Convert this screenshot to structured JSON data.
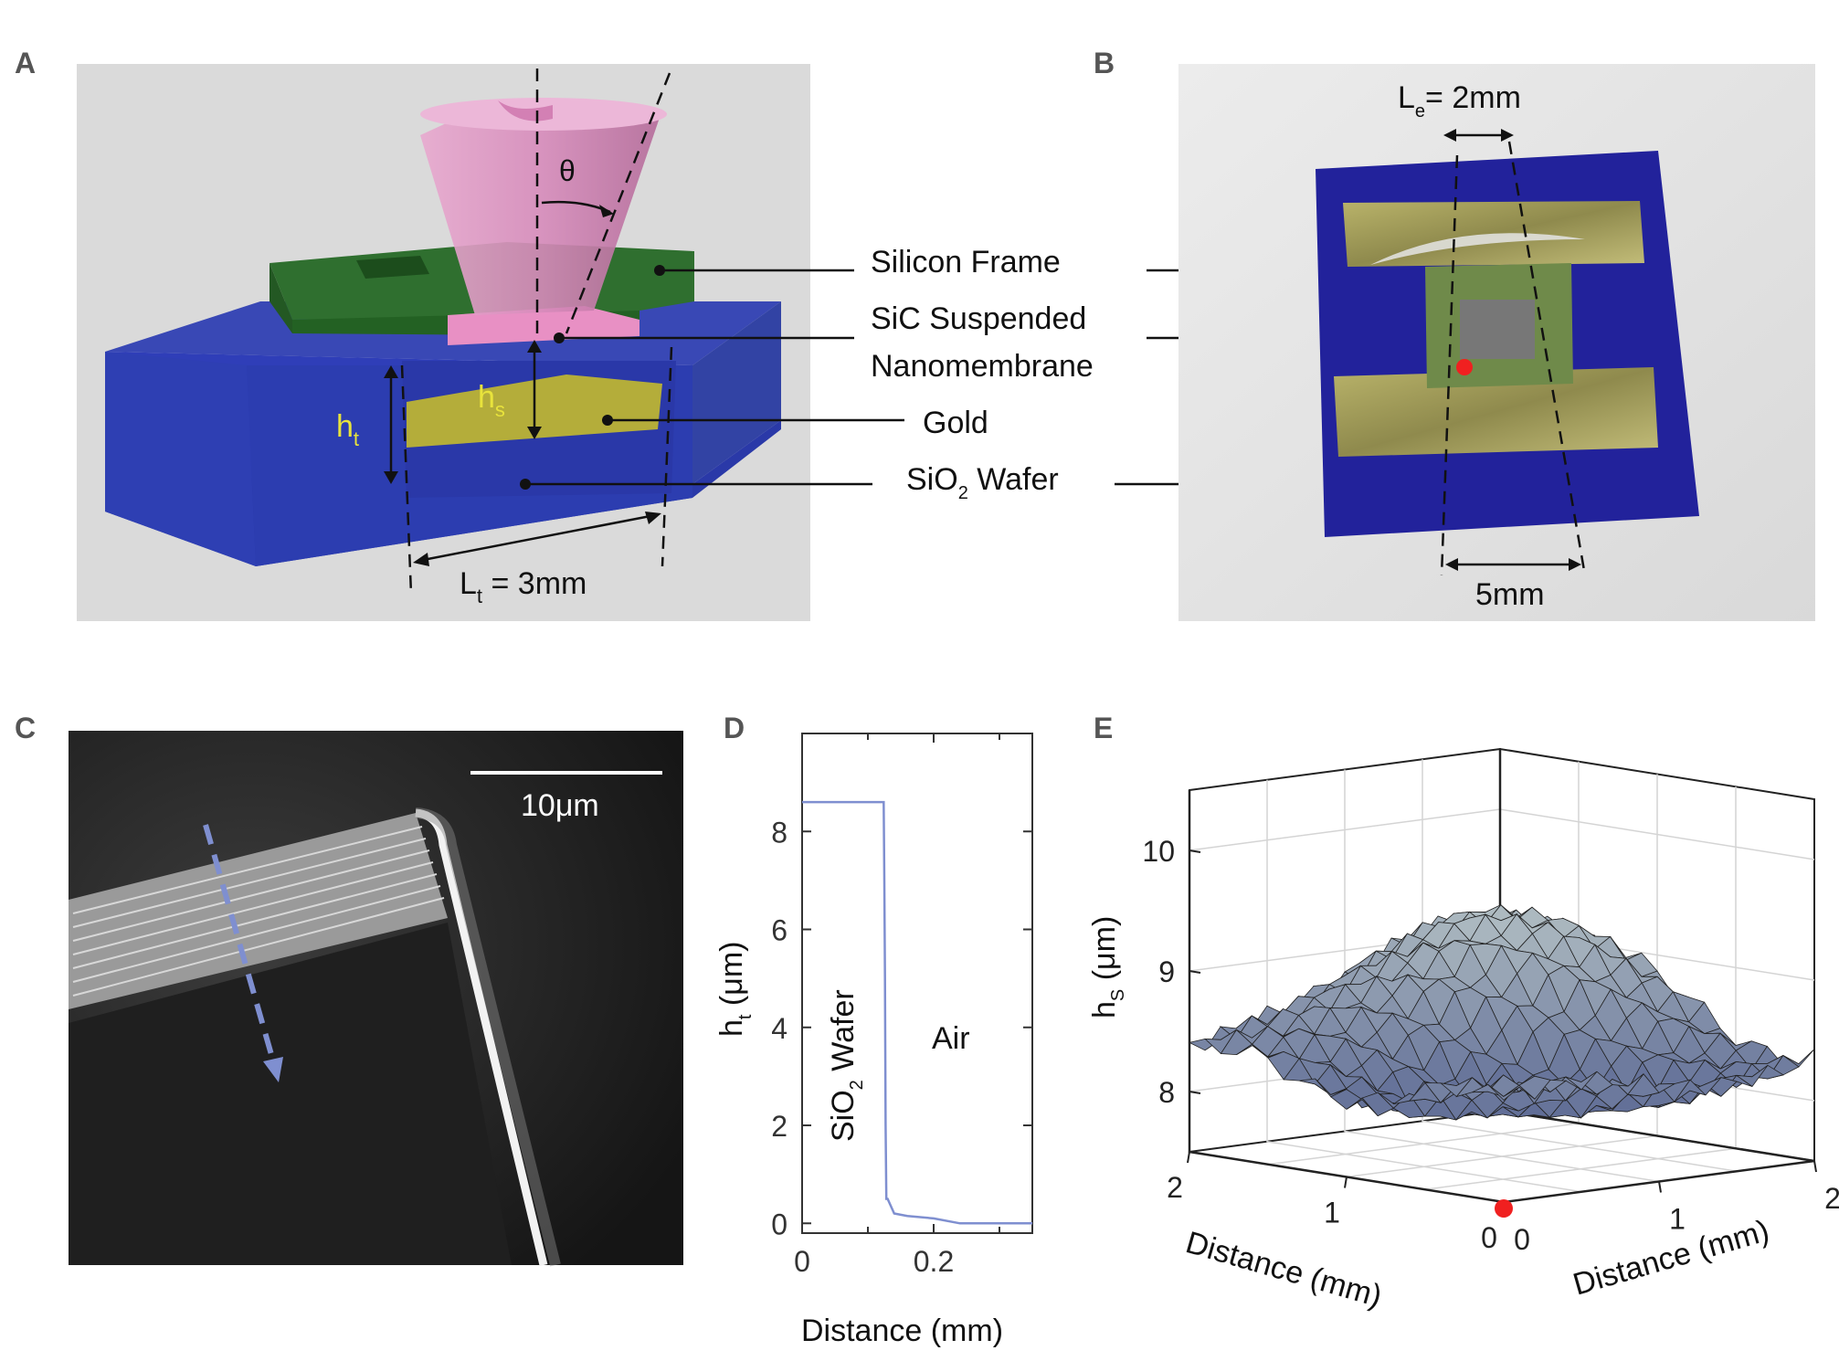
{
  "panels": {
    "A": {
      "letter": "A",
      "theta": "θ",
      "ht": {
        "main": "h",
        "sub": "t"
      },
      "hs": {
        "main": "h",
        "sub": "s"
      },
      "lt": {
        "main": "L",
        "sub": "t",
        "rest": " = 3mm"
      },
      "labels": {
        "silicon_frame": "Silicon Frame",
        "sic_line1": "SiC Suspended",
        "sic_line2": "Nanomembrane",
        "gold": "Gold",
        "sio2_main": "SiO",
        "sio2_sub": "2",
        "sio2_rest": " Wafer"
      }
    },
    "B": {
      "letter": "B",
      "le": {
        "main": "L",
        "sub": "e",
        "rest": "= 2mm"
      },
      "width": "5mm"
    },
    "C": {
      "letter": "C",
      "scalebar": "10μm"
    },
    "D": {
      "letter": "D",
      "chart_data": {
        "type": "line",
        "x": [
          0,
          0.05,
          0.1,
          0.124,
          0.125,
          0.126,
          0.127,
          0.128,
          0.13,
          0.14,
          0.16,
          0.2,
          0.24,
          0.3,
          0.35
        ],
        "y": [
          8.6,
          8.6,
          8.6,
          8.6,
          7.0,
          5.0,
          2.0,
          0.5,
          0.5,
          0.2,
          0.15,
          0.1,
          0.0,
          0.0,
          0.0
        ],
        "xlabel": "Distance (mm)",
        "ylabel_main": "h",
        "ylabel_sub": "t",
        "ylabel_rest": " (μm)",
        "xlim": [
          0,
          0.35
        ],
        "ylim": [
          -0.2,
          10
        ],
        "xticks": [
          0,
          0.2
        ],
        "xtick_labels": [
          "0",
          "0.2"
        ],
        "yticks": [
          0,
          2,
          4,
          6,
          8
        ],
        "ytick_labels": [
          "0",
          "2",
          "4",
          "6",
          "8"
        ],
        "annotations": {
          "left_main": "SiO",
          "left_sub": "2",
          "left_rest": " Wafer",
          "right": "Air"
        },
        "color": "#7f8fd0"
      }
    },
    "E": {
      "letter": "E",
      "chart_data": {
        "type": "surface",
        "xlabel": "Distance (mm)",
        "ylabel": "Distance (mm)",
        "zlabel_main": "h",
        "zlabel_sub": "S",
        "zlabel_rest": " (μm)",
        "xlim": [
          0,
          2
        ],
        "ylim": [
          0,
          2
        ],
        "zlim": [
          7.5,
          10.5
        ],
        "zticks": [
          "8",
          "9",
          "10"
        ],
        "x_tick_labels": [
          "0",
          "1",
          "2"
        ],
        "y_tick_labels": [
          "0",
          "1",
          "2"
        ],
        "z_min": 8.0,
        "z_max": 9.8
      }
    }
  }
}
